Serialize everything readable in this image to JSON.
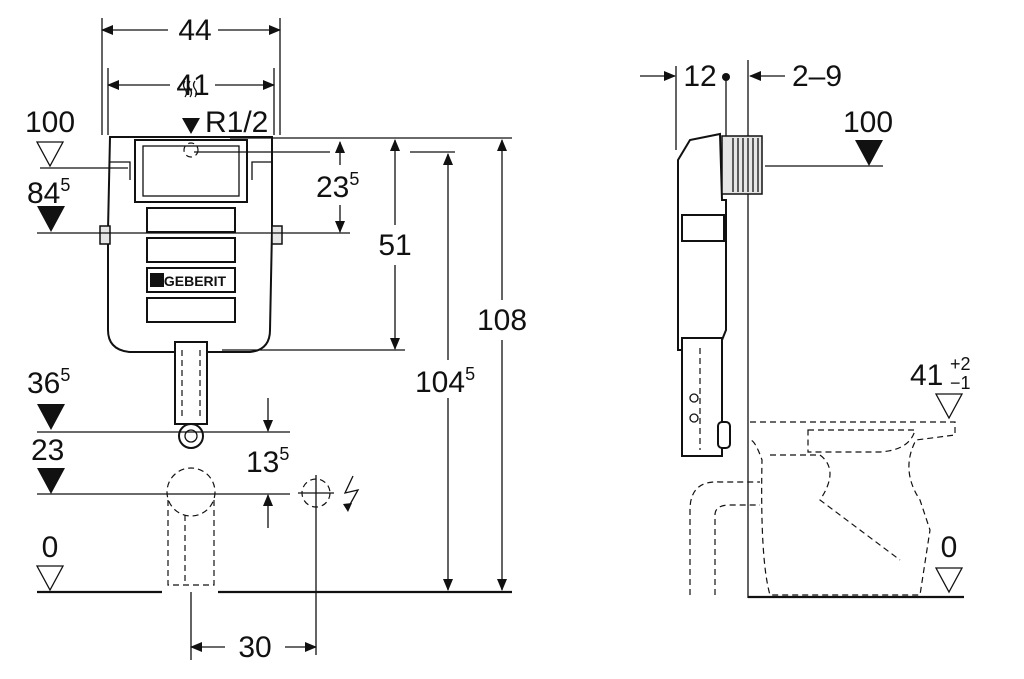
{
  "front_view": {
    "width_outer": "44",
    "width_inner": "41",
    "water_connection": "R1/2",
    "level_top": "100",
    "level_upper_base": "84",
    "level_upper_sup": "5",
    "dim_upper_base": "23",
    "dim_upper_sup": "5",
    "dim_mid": "51",
    "dim_total_base": "104",
    "dim_total_sup": "5",
    "dim_overall": "108",
    "level_flush_base": "36",
    "level_flush_sup": "5",
    "level_outlet": "23",
    "dim_electric_base": "13",
    "dim_electric_sup": "5",
    "level_floor": "0",
    "dim_bottom": "30",
    "logo_text": "GEBERIT"
  },
  "side_view": {
    "dim_depth": "12",
    "dim_wall": "2–9",
    "level_top": "100",
    "level_bowl_base": "41",
    "level_bowl_tol_plus": "+2",
    "level_bowl_tol_minus": "−1",
    "level_floor": "0"
  }
}
